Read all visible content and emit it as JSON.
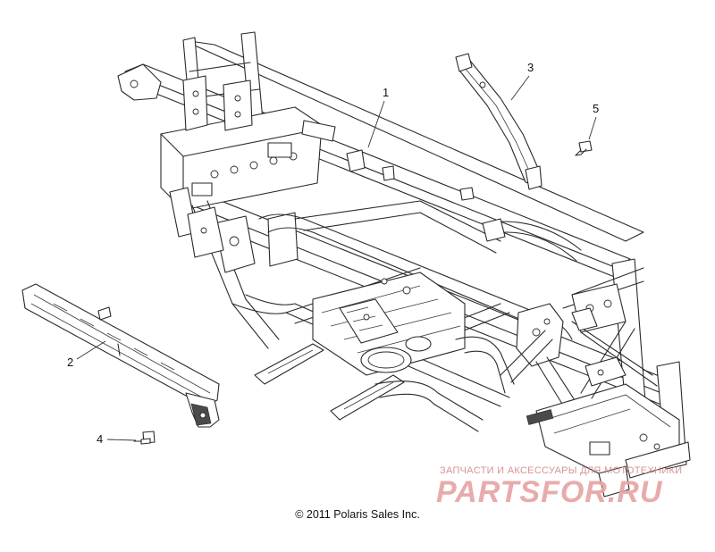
{
  "callouts": [
    {
      "label": "1"
    },
    {
      "label": "2"
    },
    {
      "label": "3"
    },
    {
      "label": "4"
    },
    {
      "label": "5"
    }
  ],
  "copyright": "© 2011 Polaris Sales Inc.",
  "watermark": {
    "top_line": "ЗАПЧАСТИ И АКСЕССУАРЫ ДЛЯ МОТОТЕХНИКИ",
    "brand": "PARTSFOR.RU",
    "color": "#e6a3a3"
  }
}
